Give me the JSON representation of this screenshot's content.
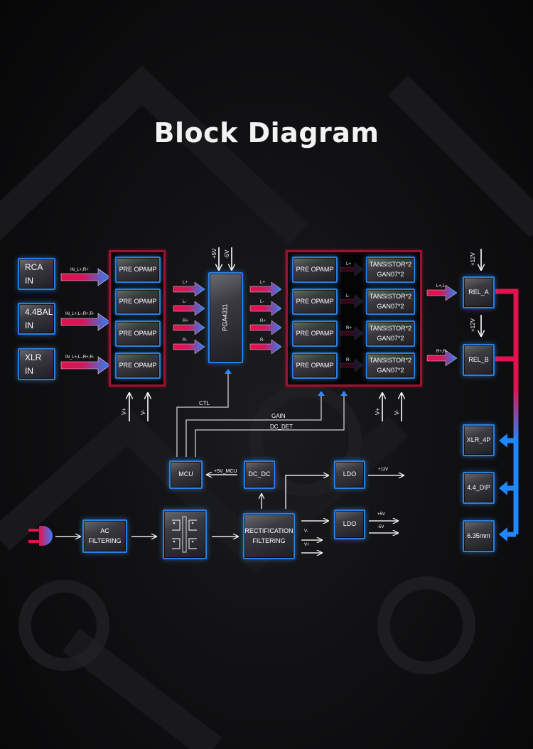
{
  "title": "Block Diagram",
  "inputs": [
    {
      "label_lines": [
        "RCA",
        "IN"
      ],
      "signal": "IN_L+,R+"
    },
    {
      "label_lines": [
        "4.4BAL",
        "IN"
      ],
      "signal": "IN_L+,L-,R+,R-"
    },
    {
      "label_lines": [
        "XLR",
        "IN"
      ],
      "signal": "IN_L+,L-,R+,R-"
    }
  ],
  "pre_opamp_group1": [
    "PRE OPAMP",
    "PRE OPAMP",
    "PRE OPAMP",
    "PRE OPAMP"
  ],
  "group1_supply": [
    "V+",
    "V-"
  ],
  "pga": {
    "label": "PGA4311",
    "supply": [
      "+5V",
      "-5V"
    ],
    "in_signals": [
      "L+",
      "L-",
      "R+",
      "R-"
    ],
    "out_signals": [
      "L+",
      "L-",
      "R+",
      "R-"
    ]
  },
  "output_stage": {
    "pre_opamps": [
      "PRE OPAMP",
      "PRE OPAMP",
      "PRE OPAMP",
      "PRE OPAMP"
    ],
    "signals": [
      "L+",
      "L-",
      "R+",
      "R-"
    ],
    "transistors": [
      {
        "line1": "TANSISTOR*2",
        "line2": "GAN07*2"
      },
      {
        "line1": "TANSISTOR*2",
        "line2": "GAN07*2"
      },
      {
        "line1": "TANSISTOR*2",
        "line2": "GAN07*2"
      },
      {
        "line1": "TANSISTOR*2",
        "line2": "GAN07*2"
      }
    ],
    "supply": [
      "V+",
      "V-"
    ]
  },
  "relays": [
    {
      "label": "REL_A",
      "supply": "+12V",
      "signal": "L+,L-"
    },
    {
      "label": "REL_B",
      "supply": "+12V",
      "signal": "R+,R-"
    }
  ],
  "outputs": [
    "XLR_4P",
    "4.4_DIP",
    "6.35mm"
  ],
  "control": {
    "mcu": "MCU",
    "ctl": "CTL",
    "gain": "GAIN",
    "dc_det": "DC_DET",
    "mcu_supply": "+5V_MCU"
  },
  "power": {
    "ac_filter_lines": [
      "AC",
      "FILTERING"
    ],
    "rectifier_lines": [
      "RECTIFICATION",
      "FILTERING"
    ],
    "dc_dc": "DC_DC",
    "ldo_12": "LDO",
    "ldo_12_out": "+12V",
    "ldo_5": "LDO",
    "ldo_5_out": [
      "+5V",
      "-5V"
    ],
    "rect_outputs": [
      "V-",
      "V+"
    ]
  }
}
